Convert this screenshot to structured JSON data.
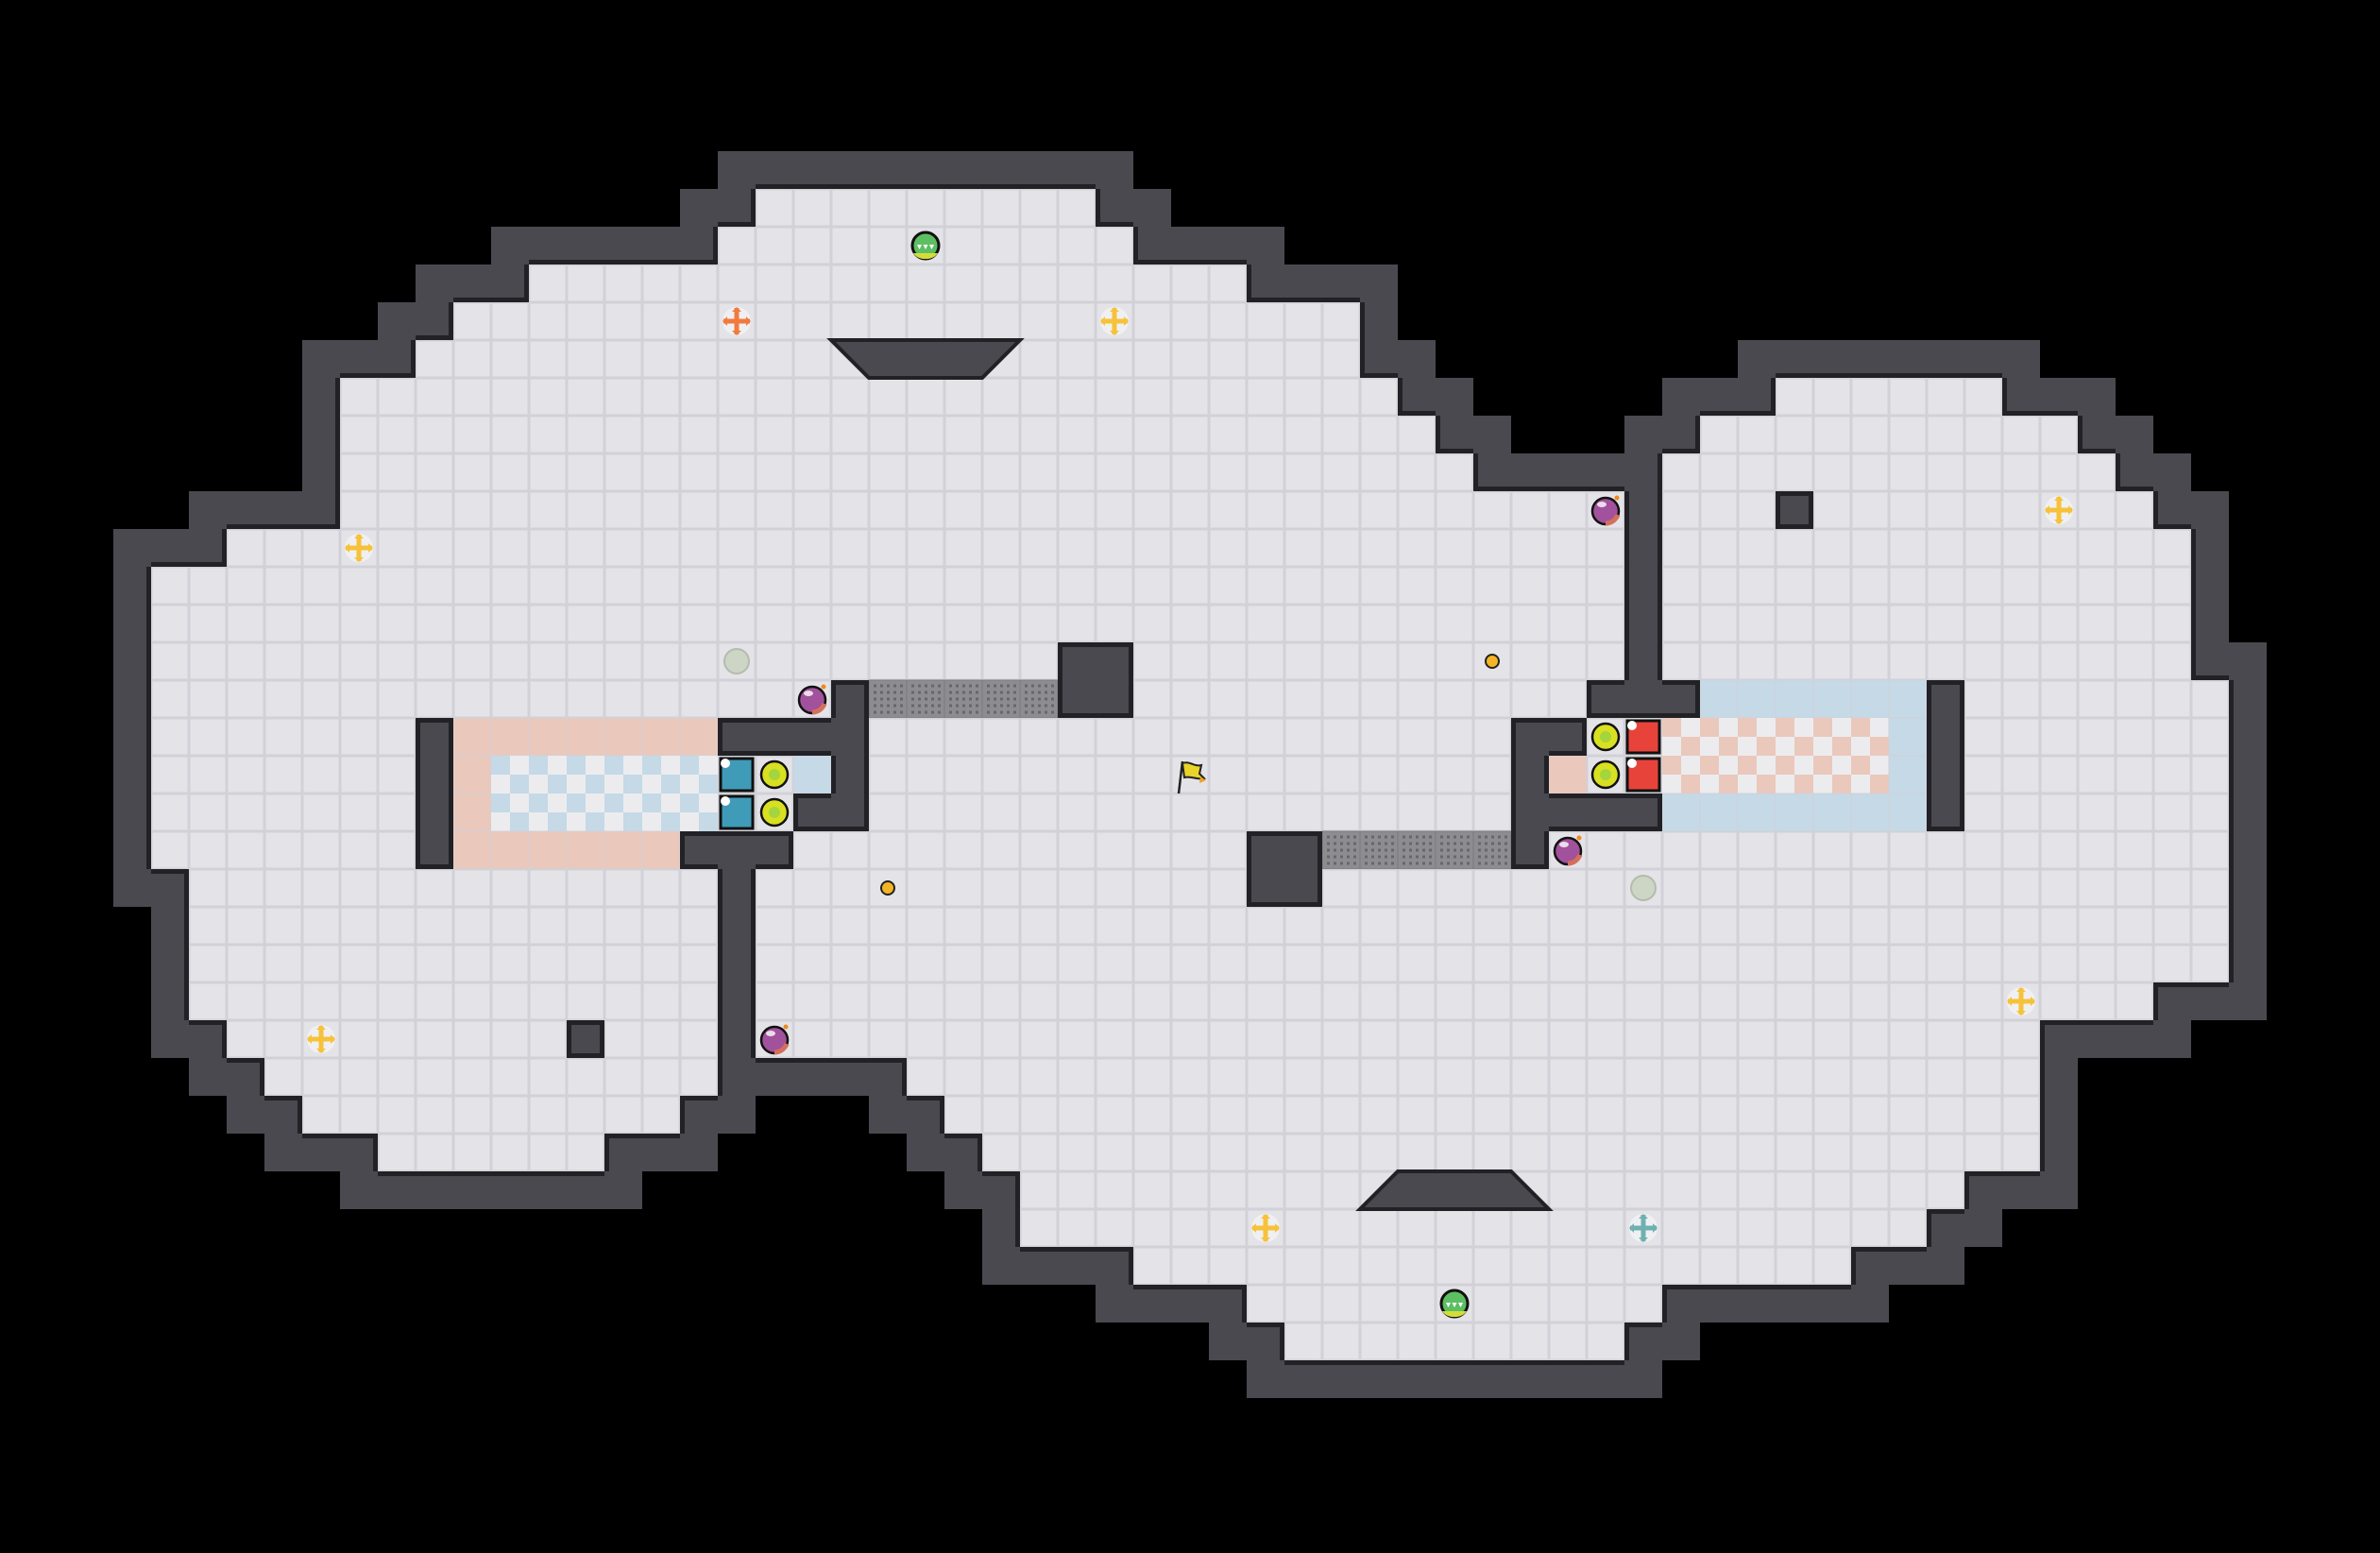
{
  "game": {
    "view": "capture-the-flag-map",
    "palette": {
      "background": "#000000",
      "floor": "#e3e3e8",
      "floor_line": "#d1d1d7",
      "wall": "#4a4950",
      "wall_edge": "#222125",
      "red_zone": "#eac8bc",
      "blue_zone": "#c5d9e7",
      "checker_light": "#ececef",
      "gate": "#8c8c91",
      "gate_dot": "#66666b",
      "red_spawn": "#e8433a",
      "blue_spawn": "#3f9bb8",
      "boost": "#d8e021",
      "bomb": "#a2519c",
      "speed_pad": "#5cbf62",
      "powerup_yellow": "#f6c23a",
      "powerup_red": "#f27a3e",
      "powerup_teal": "#6fb0b0",
      "portal_off": "#cdd6c4",
      "portal_dot": "#f3b526",
      "flag": "#e9d42a"
    },
    "item_types": [
      "neutral-flag",
      "boost-pad",
      "bomb",
      "speed-pad",
      "powerup",
      "portal",
      "gate",
      "spawn-tile"
    ]
  }
}
